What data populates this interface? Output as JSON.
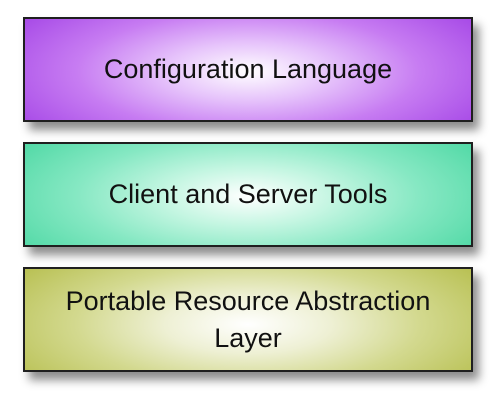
{
  "diagram": {
    "layers": [
      {
        "label": "Configuration Language",
        "color": "#a547e6"
      },
      {
        "label": "Client and Server Tools",
        "color": "#4ed8a4"
      },
      {
        "label": "Portable Resource Abstraction Layer",
        "color": "#b8c052"
      }
    ]
  }
}
